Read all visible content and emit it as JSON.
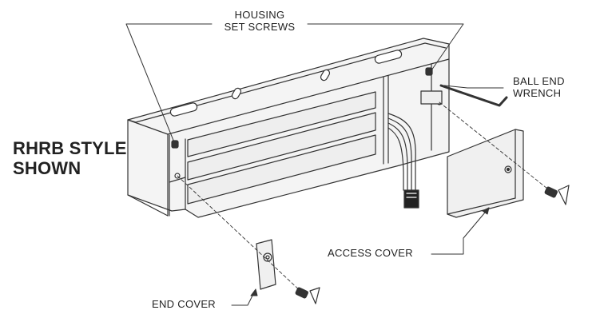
{
  "labels": {
    "housing_line1": "HOUSING",
    "housing_line2": "SET SCREWS",
    "wrench_line1": "BALL END",
    "wrench_line2": "WRENCH",
    "style_line1": "RHRB STYLE",
    "style_line2": "SHOWN",
    "access_cover": "ACCESS COVER",
    "end_cover": "END COVER"
  },
  "colors": {
    "line": "#333333",
    "text": "#222222",
    "housing_fill": "#f4f4f4",
    "face_fill": "#eeeeee"
  }
}
